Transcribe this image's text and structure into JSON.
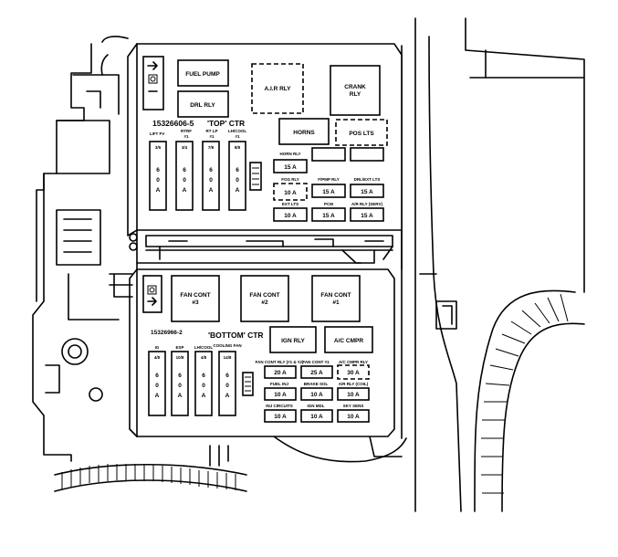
{
  "top_center": {
    "part_number": "15326606-5",
    "name": "'TOP' CTR",
    "relays": {
      "fuel_pump": "FUEL PUMP",
      "drl": "DRL RLY",
      "air": "A.I.R RLY",
      "crank": [
        "CRANK",
        "RLY"
      ],
      "horns": "HORNS",
      "pos_lts": "POS LTS"
    },
    "maxi_fuses": [
      {
        "label": [
          "LIFT FV"
        ],
        "number": "3/5",
        "amps": [
          "6",
          "0",
          "A"
        ]
      },
      {
        "label": [
          "RTRF",
          "#1"
        ],
        "number": "3/4",
        "amps": [
          "6",
          "0",
          "A"
        ]
      },
      {
        "label": [
          "RT LP",
          "#1"
        ],
        "number": "7/8",
        "amps": [
          "6",
          "0",
          "A"
        ]
      },
      {
        "label": [
          "LH/COOL",
          "#1"
        ],
        "number": "8/8",
        "amps": [
          "6",
          "0",
          "A"
        ]
      }
    ],
    "mini_fuses": [
      {
        "label": "HORN RLY",
        "amps": "15 A"
      },
      {
        "label": "FOG RLY",
        "amps": "10 A"
      },
      {
        "label": "F/PMP RLY",
        "amps": "15 A"
      },
      {
        "label": "DRL/EXT LTS",
        "amps": "15 A"
      },
      {
        "label": "EXT LTS",
        "amps": "10 A"
      },
      {
        "label": "PCM",
        "amps": "15 A"
      },
      {
        "label": "A/R RLY (SERV)",
        "amps": "15 A"
      }
    ]
  },
  "bottom_center": {
    "part_number": "15326966-2",
    "name": "'BOTTOM' CTR",
    "relays": {
      "fan3": [
        "FAN CONT",
        "#3"
      ],
      "fan2": [
        "FAN CONT",
        "#2"
      ],
      "fan1": [
        "FAN CONT",
        "#1"
      ],
      "ign": "IGN RLY",
      "ac": "A/C CMPR"
    },
    "maxi_fuses": [
      {
        "label": "IG",
        "number": "4/8",
        "amps": [
          "6",
          "0",
          "A"
        ]
      },
      {
        "label": "ESP",
        "number": "10/8",
        "amps": [
          "6",
          "0",
          "A"
        ]
      },
      {
        "label": "LH/COOL",
        "number": "4/8",
        "amps": [
          "6",
          "0",
          "A"
        ]
      },
      {
        "label": "COOLING FAN",
        "number": "14/8",
        "amps": [
          "6",
          "0",
          "A"
        ]
      }
    ],
    "mini_fuses": [
      {
        "label": "FAN CONT RLY (#1 & #2)",
        "amps": "20 A"
      },
      {
        "label": "FAN CONT #1",
        "amps": "25 A"
      },
      {
        "label": "A/C CMPR RLY",
        "amps": "30 A"
      },
      {
        "label": "FUEL INJ",
        "amps": "10 A"
      },
      {
        "label": "BRAKE SOL",
        "amps": "10 A"
      },
      {
        "label": "A/R RLY (COIL)",
        "amps": "10 A"
      },
      {
        "label": "INJ CIRCUITS",
        "amps": "10 A"
      },
      {
        "label": "IGN MDL",
        "amps": "10 A"
      },
      {
        "label": "SKY SENS",
        "amps": "10 A"
      }
    ]
  },
  "colors": {
    "line": "#000000",
    "background": "#ffffff"
  }
}
